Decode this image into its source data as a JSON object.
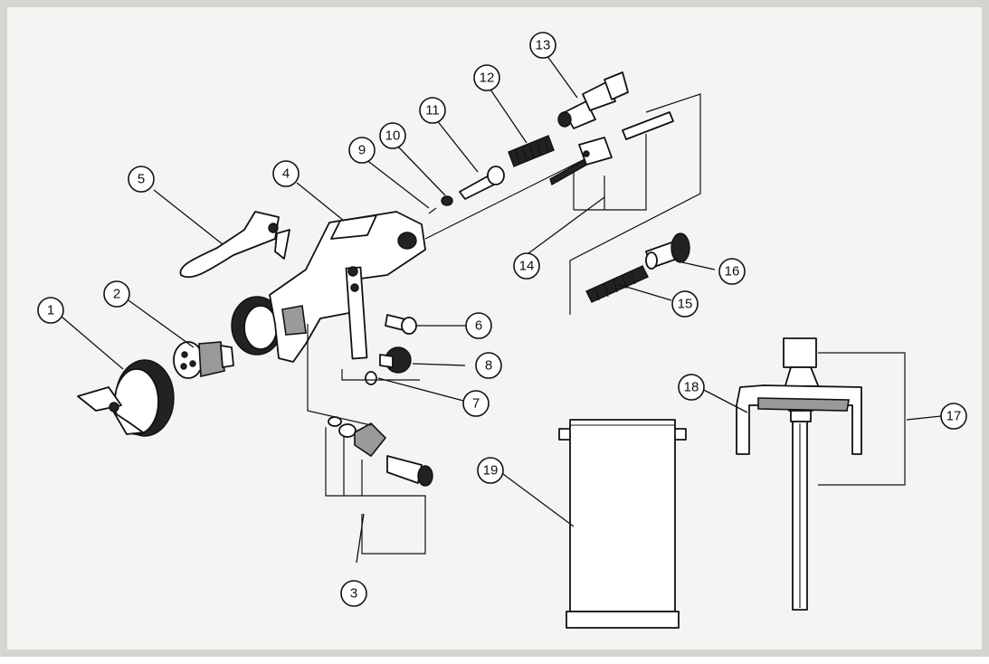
{
  "diagram": {
    "type": "exploded-parts-view",
    "callouts": [
      {
        "id": "c1",
        "label": "1"
      },
      {
        "id": "c2",
        "label": "2"
      },
      {
        "id": "c3",
        "label": "3"
      },
      {
        "id": "c4",
        "label": "4"
      },
      {
        "id": "c5",
        "label": "5"
      },
      {
        "id": "c6",
        "label": "6"
      },
      {
        "id": "c7",
        "label": "7"
      },
      {
        "id": "c8",
        "label": "8"
      },
      {
        "id": "c9",
        "label": "9"
      },
      {
        "id": "c10",
        "label": "10"
      },
      {
        "id": "c11",
        "label": "11"
      },
      {
        "id": "c12",
        "label": "12"
      },
      {
        "id": "c13",
        "label": "13"
      },
      {
        "id": "c14",
        "label": "14"
      },
      {
        "id": "c15",
        "label": "15"
      },
      {
        "id": "c16",
        "label": "16"
      },
      {
        "id": "c17",
        "label": "17"
      },
      {
        "id": "c18",
        "label": "18"
      },
      {
        "id": "c19",
        "label": "19"
      }
    ]
  }
}
